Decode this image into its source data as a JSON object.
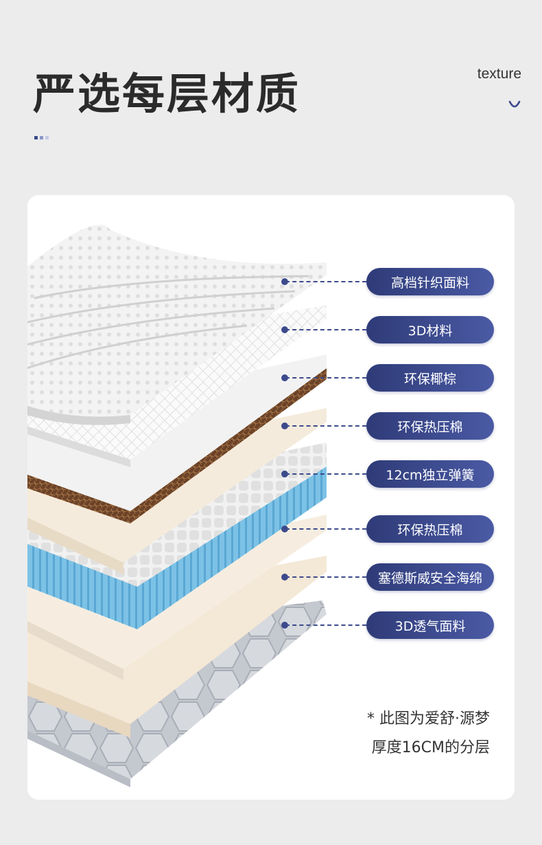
{
  "header": {
    "title": "严选每层材质",
    "en_word": "texture",
    "accent_color": "#3c4a8c"
  },
  "icons": [
    "chevron-down-icon"
  ],
  "layers": [
    {
      "label": "高档针织面料"
    },
    {
      "label": "3D材料"
    },
    {
      "label": "环保椰棕"
    },
    {
      "label": "环保热压棉"
    },
    {
      "label": "12cm独立弹簧"
    },
    {
      "label": "环保热压棉"
    },
    {
      "label": "塞德斯威安全海绵"
    },
    {
      "label": "3D透气面料"
    }
  ],
  "note": {
    "line1": "* 此图为爱舒·源梦",
    "line2": "厚度16CM的分层"
  },
  "colors": {
    "pill_start": "#2f3b78",
    "pill_end": "#4a5aa4",
    "spring_blue": "#7cc2e6",
    "coir_brown": "#6b4227",
    "cotton_beige": "#f4e8d6"
  }
}
